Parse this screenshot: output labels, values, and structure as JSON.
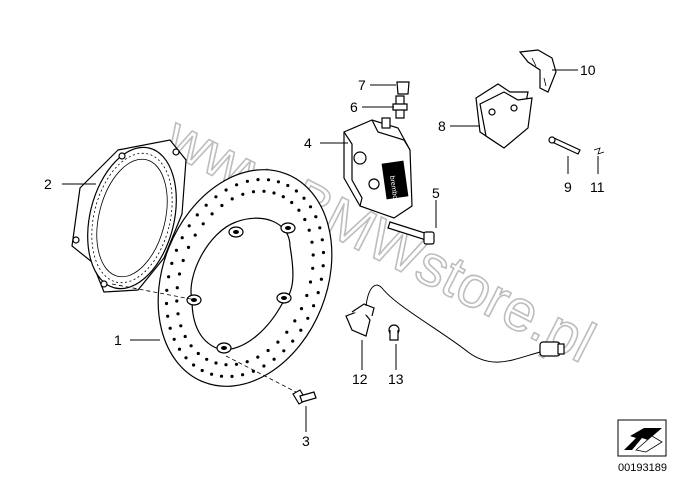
{
  "watermark": "www.BMWstore.pl",
  "catalog_code": "00193189",
  "caliper_brand": "brembo",
  "callouts": [
    "1",
    "2",
    "3",
    "4",
    "5",
    "6",
    "7",
    "8",
    "9",
    "10",
    "11",
    "12",
    "13"
  ],
  "icons": {
    "brake_disc": "brake-disc-icon",
    "sensor_ring": "abs-sensor-ring-icon",
    "caliper": "brake-caliper-icon",
    "pads": "brake-pad-icon",
    "sensor": "abs-sensor-icon",
    "arrow_box": "arrow-box-icon"
  },
  "colors": {
    "line": "#000000",
    "watermark": "#bdbdbd",
    "background": "#ffffff"
  }
}
